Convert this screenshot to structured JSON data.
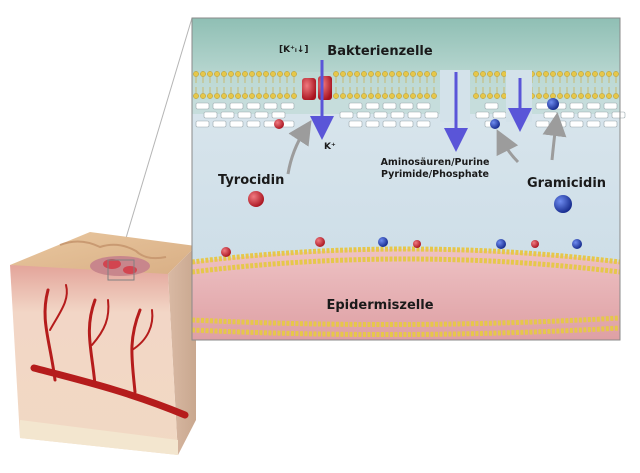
{
  "panel": {
    "top_label": "Bakterienzelle",
    "bottom_label": "Epidermiszelle",
    "tyrocidin_label": "Tyrocidin",
    "gramicidin_label": "Gramicidin",
    "nutrients_line1": "Aminosäuren/Purine",
    "nutrients_line2": "Pyrimide/Phosphate",
    "k_intracellular": "[K⁺ᵢ↓]",
    "k_ion": "K⁺"
  },
  "colors": {
    "bacteria_bg": "#9fc9c0",
    "medium_bg": "#d3e2ea",
    "epidermis": "#e7b1b4",
    "lipid_head": "#e6c74a",
    "arrow_blue": "#5a55d8",
    "arrow_gray": "#9c9c9c",
    "tyrocidin_red": "#c4212f",
    "gramicidin_blue": "#1f3fb0"
  }
}
